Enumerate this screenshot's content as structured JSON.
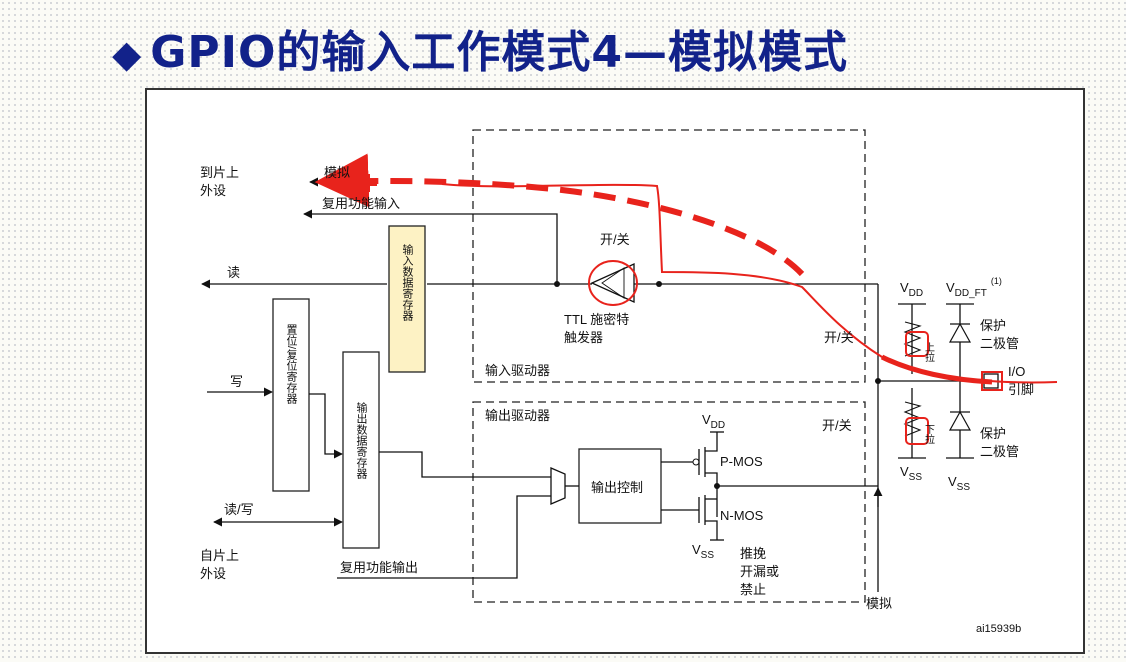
{
  "slide": {
    "bullet": "◆",
    "title": "GPIO的输入工作模式4—模拟模式"
  },
  "diagram": {
    "to_chip_periph_1": "到片上",
    "to_chip_periph_2": "外设",
    "analog_input": "模拟",
    "alt_func_input": "复用功能输入",
    "read": "读",
    "input_data_reg": "输入数据寄存器",
    "switch_top": "开/关",
    "schmitt_1": "TTL 施密特",
    "schmitt_2": "触发器",
    "input_driver": "输入驱动器",
    "output_driver": "输出驱动器",
    "write": "写",
    "bsrr_reg": "置位/复位寄存器",
    "output_data_reg": "输出数据寄存器",
    "read_write": "读/写",
    "from_chip_periph_1": "自片上",
    "from_chip_periph_2": "外设",
    "alt_func_output": "复用功能输出",
    "output_ctrl": "输出控制",
    "vdd": "V",
    "vdd_sub": "DD",
    "vss": "V",
    "vss_sub": "SS",
    "vdd_ft_sub": "DD_FT",
    "vdd_ft_note": "(1)",
    "pmos": "P-MOS",
    "nmos": "N-MOS",
    "push_pull": "推挽",
    "open_drain_or": "开漏或",
    "disabled": "禁止",
    "switch_bottom": "开/关",
    "switch_mid": "开/关",
    "pull_up": "上拉",
    "pull_down": "下拉",
    "protect_1": "保护",
    "protect_2": "二极管",
    "io_pin_1": "I/O",
    "io_pin_2": "引脚",
    "analog": "模拟",
    "figure_id": "ai15939b"
  }
}
